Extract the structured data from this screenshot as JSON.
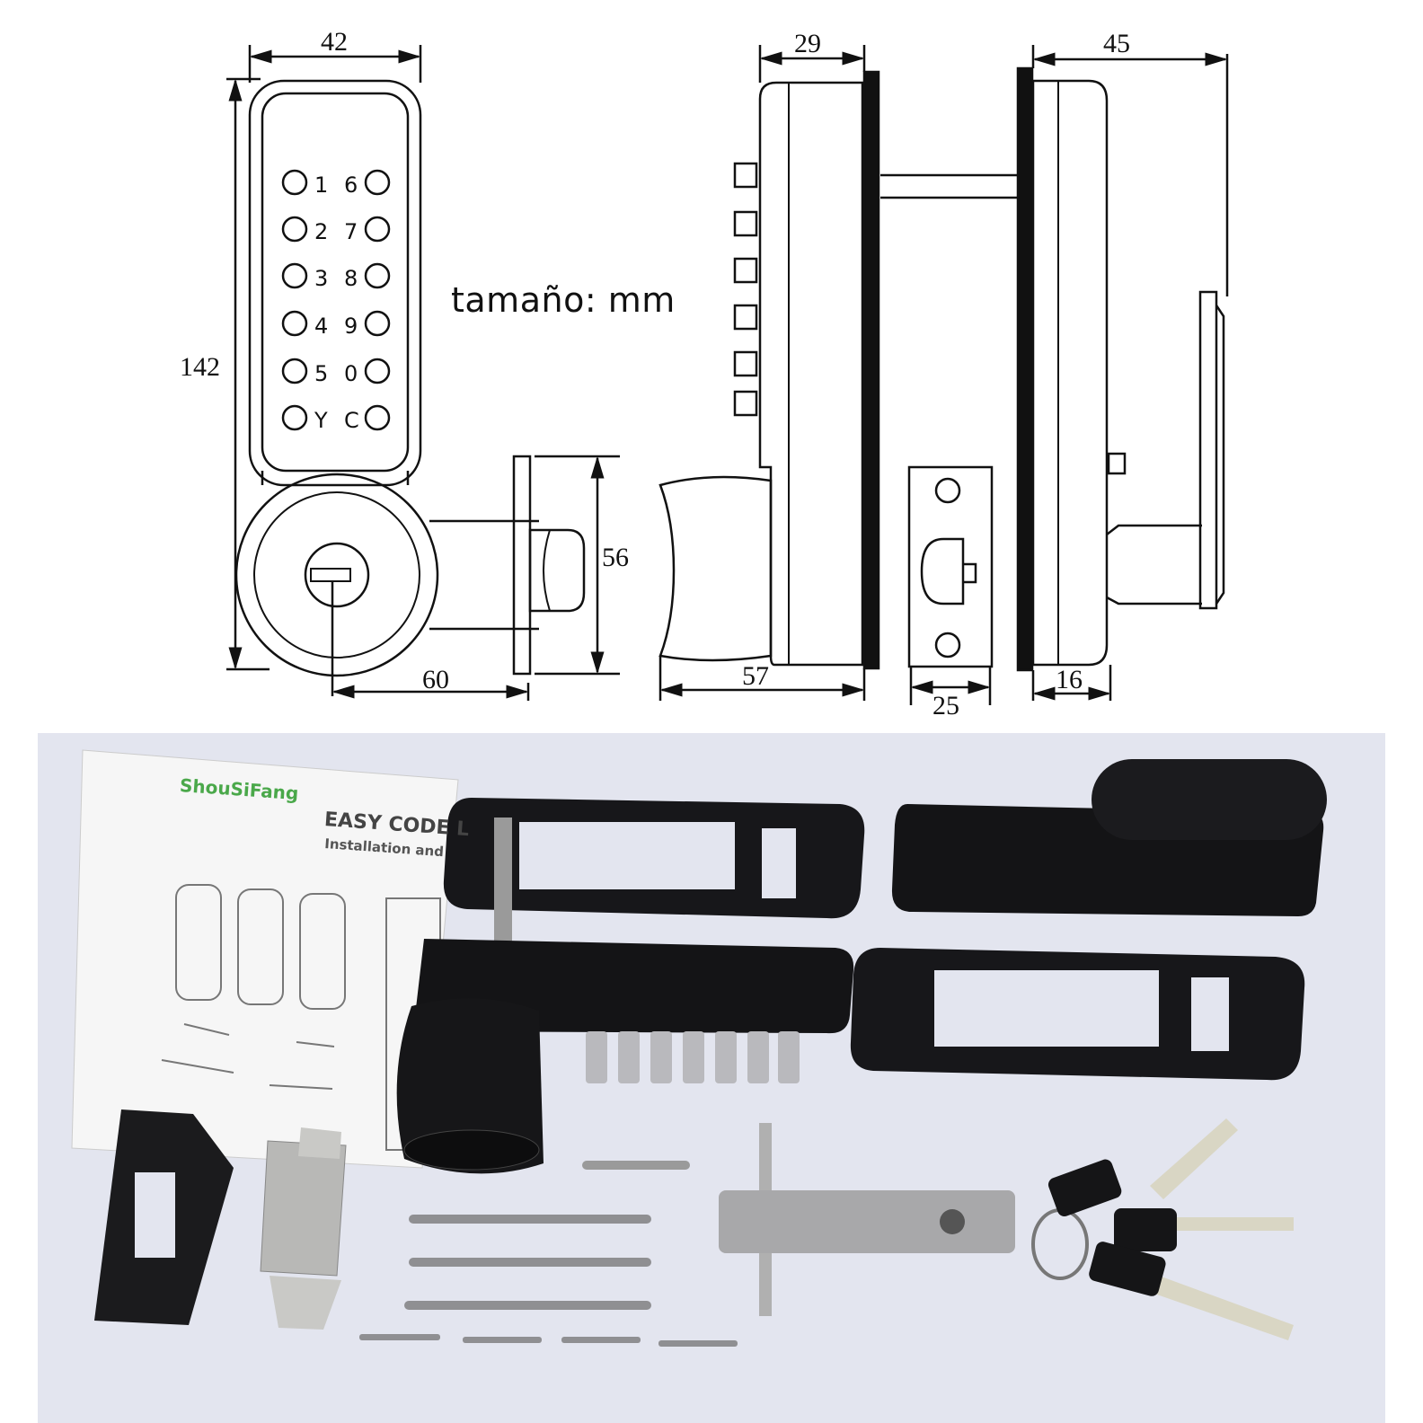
{
  "dimensions": {
    "front_width": "42",
    "front_height": "142",
    "latch_offset": "60",
    "latch_height": "56",
    "side_depth_top": "29",
    "side_depth_bottom": "57",
    "strike_width": "25",
    "back_depth_top": "45",
    "back_depth_bottom": "16"
  },
  "keypad": {
    "left_keys": [
      "1",
      "2",
      "3",
      "4",
      "5",
      "Y"
    ],
    "right_keys": [
      "6",
      "7",
      "8",
      "9",
      "0",
      "C"
    ]
  },
  "unit_label": "tamaño: mm",
  "manual": {
    "brand": "ShouSiFang",
    "title": "EASY CODE L",
    "subtitle": "Installation and"
  },
  "colors": {
    "line": "#111111",
    "photo_bg": "#e3e5ef",
    "part_black": "#151517",
    "brand_green": "#4aa84a"
  }
}
